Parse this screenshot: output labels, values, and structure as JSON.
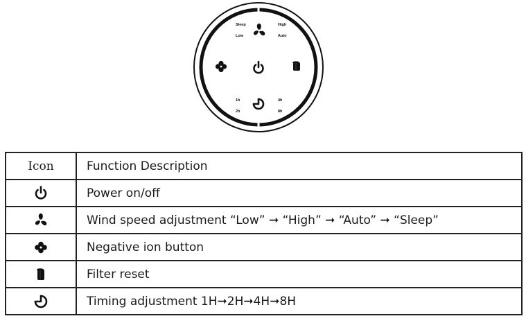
{
  "panel": {
    "labels": {
      "sleep": "Sleep",
      "low": "Low",
      "high": "High",
      "auto": "Auto",
      "t1": "1h",
      "t2": "2h",
      "t4": "4h",
      "t8": "8h"
    }
  },
  "table": {
    "header": {
      "icon": "Icon",
      "description": "Function Description"
    },
    "rows": [
      {
        "icon": "power-icon",
        "description": "Power on/off"
      },
      {
        "icon": "fan-icon",
        "description": "Wind speed adjustment “Low” ➞ “High”  ➞  “Auto”  ➞  “Sleep”"
      },
      {
        "icon": "negative-ion-icon",
        "description": "Negative ion button"
      },
      {
        "icon": "filter-icon",
        "description": "Filter reset"
      },
      {
        "icon": "timer-icon",
        "description": "Timing adjustment 1H➞2H➞4H➞8H"
      }
    ]
  }
}
